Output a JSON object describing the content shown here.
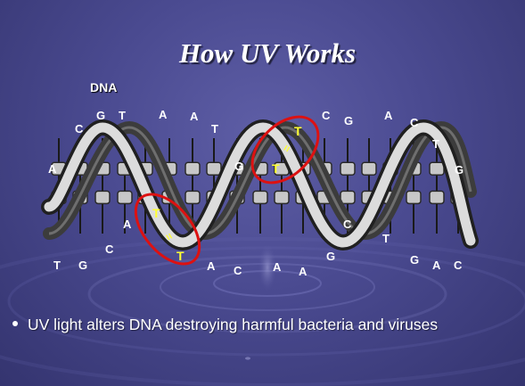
{
  "slide": {
    "title": "How UV Works",
    "dna_label": "DNA",
    "bullet": "UV light alters DNA destroying harmful bacteria and viruses"
  },
  "bases": [
    {
      "id": "b1",
      "letter": "C"
    },
    {
      "id": "b2",
      "letter": "G"
    },
    {
      "id": "b3",
      "letter": "T"
    },
    {
      "id": "b4",
      "letter": "A"
    },
    {
      "id": "b5",
      "letter": "A"
    },
    {
      "id": "b6",
      "letter": "T"
    },
    {
      "id": "b7",
      "letter": "C"
    },
    {
      "id": "b8",
      "letter": "G"
    },
    {
      "id": "b9",
      "letter": "A"
    },
    {
      "id": "b10",
      "letter": "C"
    },
    {
      "id": "b11",
      "letter": "T"
    },
    {
      "id": "b12",
      "letter": "G"
    },
    {
      "id": "b13",
      "letter": "A"
    },
    {
      "id": "b14",
      "letter": "G"
    },
    {
      "id": "b15",
      "letter": "A"
    },
    {
      "id": "b16",
      "letter": "C"
    },
    {
      "id": "b17",
      "letter": "C"
    },
    {
      "id": "b18",
      "letter": "T"
    },
    {
      "id": "b19",
      "letter": "T"
    },
    {
      "id": "b20",
      "letter": "G"
    },
    {
      "id": "b21",
      "letter": "A"
    },
    {
      "id": "b22",
      "letter": "C"
    },
    {
      "id": "b23",
      "letter": "A"
    },
    {
      "id": "b24",
      "letter": "A"
    },
    {
      "id": "b25",
      "letter": "G"
    },
    {
      "id": "b26",
      "letter": "T"
    },
    {
      "id": "b27",
      "letter": "G"
    },
    {
      "id": "b28",
      "letter": "A"
    },
    {
      "id": "b29",
      "letter": "C"
    }
  ],
  "thymine_dimers": [
    {
      "top": "T",
      "bond": "=",
      "bottom": "T"
    },
    {
      "top": "T",
      "bond": "=",
      "bottom": "T"
    }
  ],
  "colors": {
    "background": "#4a4a90",
    "dimer_ring": "#dd1111",
    "dimer_text": "#ffff33",
    "text": "#ffffff"
  }
}
